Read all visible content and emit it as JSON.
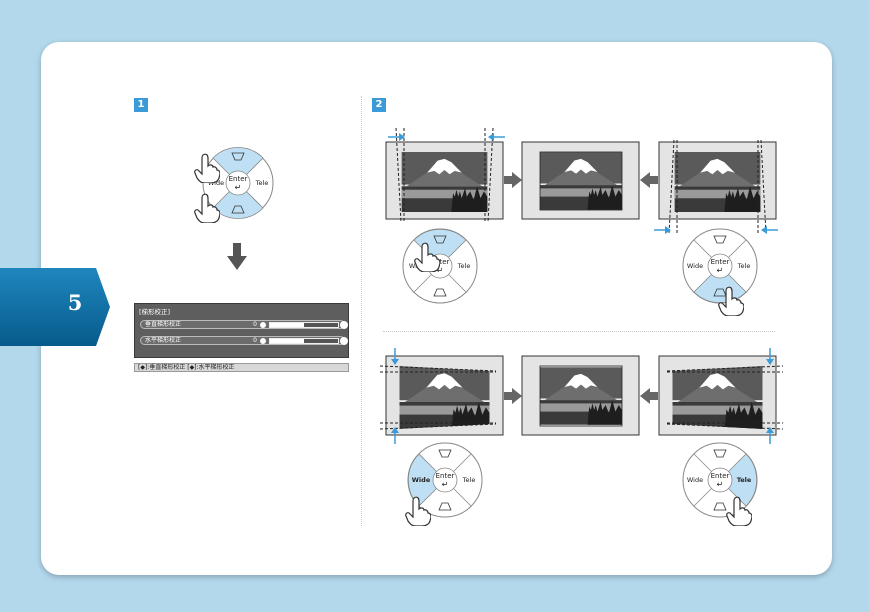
{
  "chapter": {
    "number": "5"
  },
  "steps": {
    "step1": "1",
    "step2": "2"
  },
  "remote": {
    "enter": "Enter",
    "wide": "Wide",
    "tele": "Tele"
  },
  "menu": {
    "title": "[梯形校正]",
    "rows": [
      {
        "label": "垂直梯形校正",
        "value": "0",
        "level": 0.5
      },
      {
        "label": "水平梯形校正",
        "value": "0",
        "level": 0.5
      }
    ],
    "hint": "[◆]:垂直梯形校正 [◆]:水平梯形校正"
  },
  "colors": {
    "accent": "#3b9bd8",
    "tab": "#0b6fa3",
    "background": "#b3d8ec",
    "highlight": "#bfe0f4"
  }
}
